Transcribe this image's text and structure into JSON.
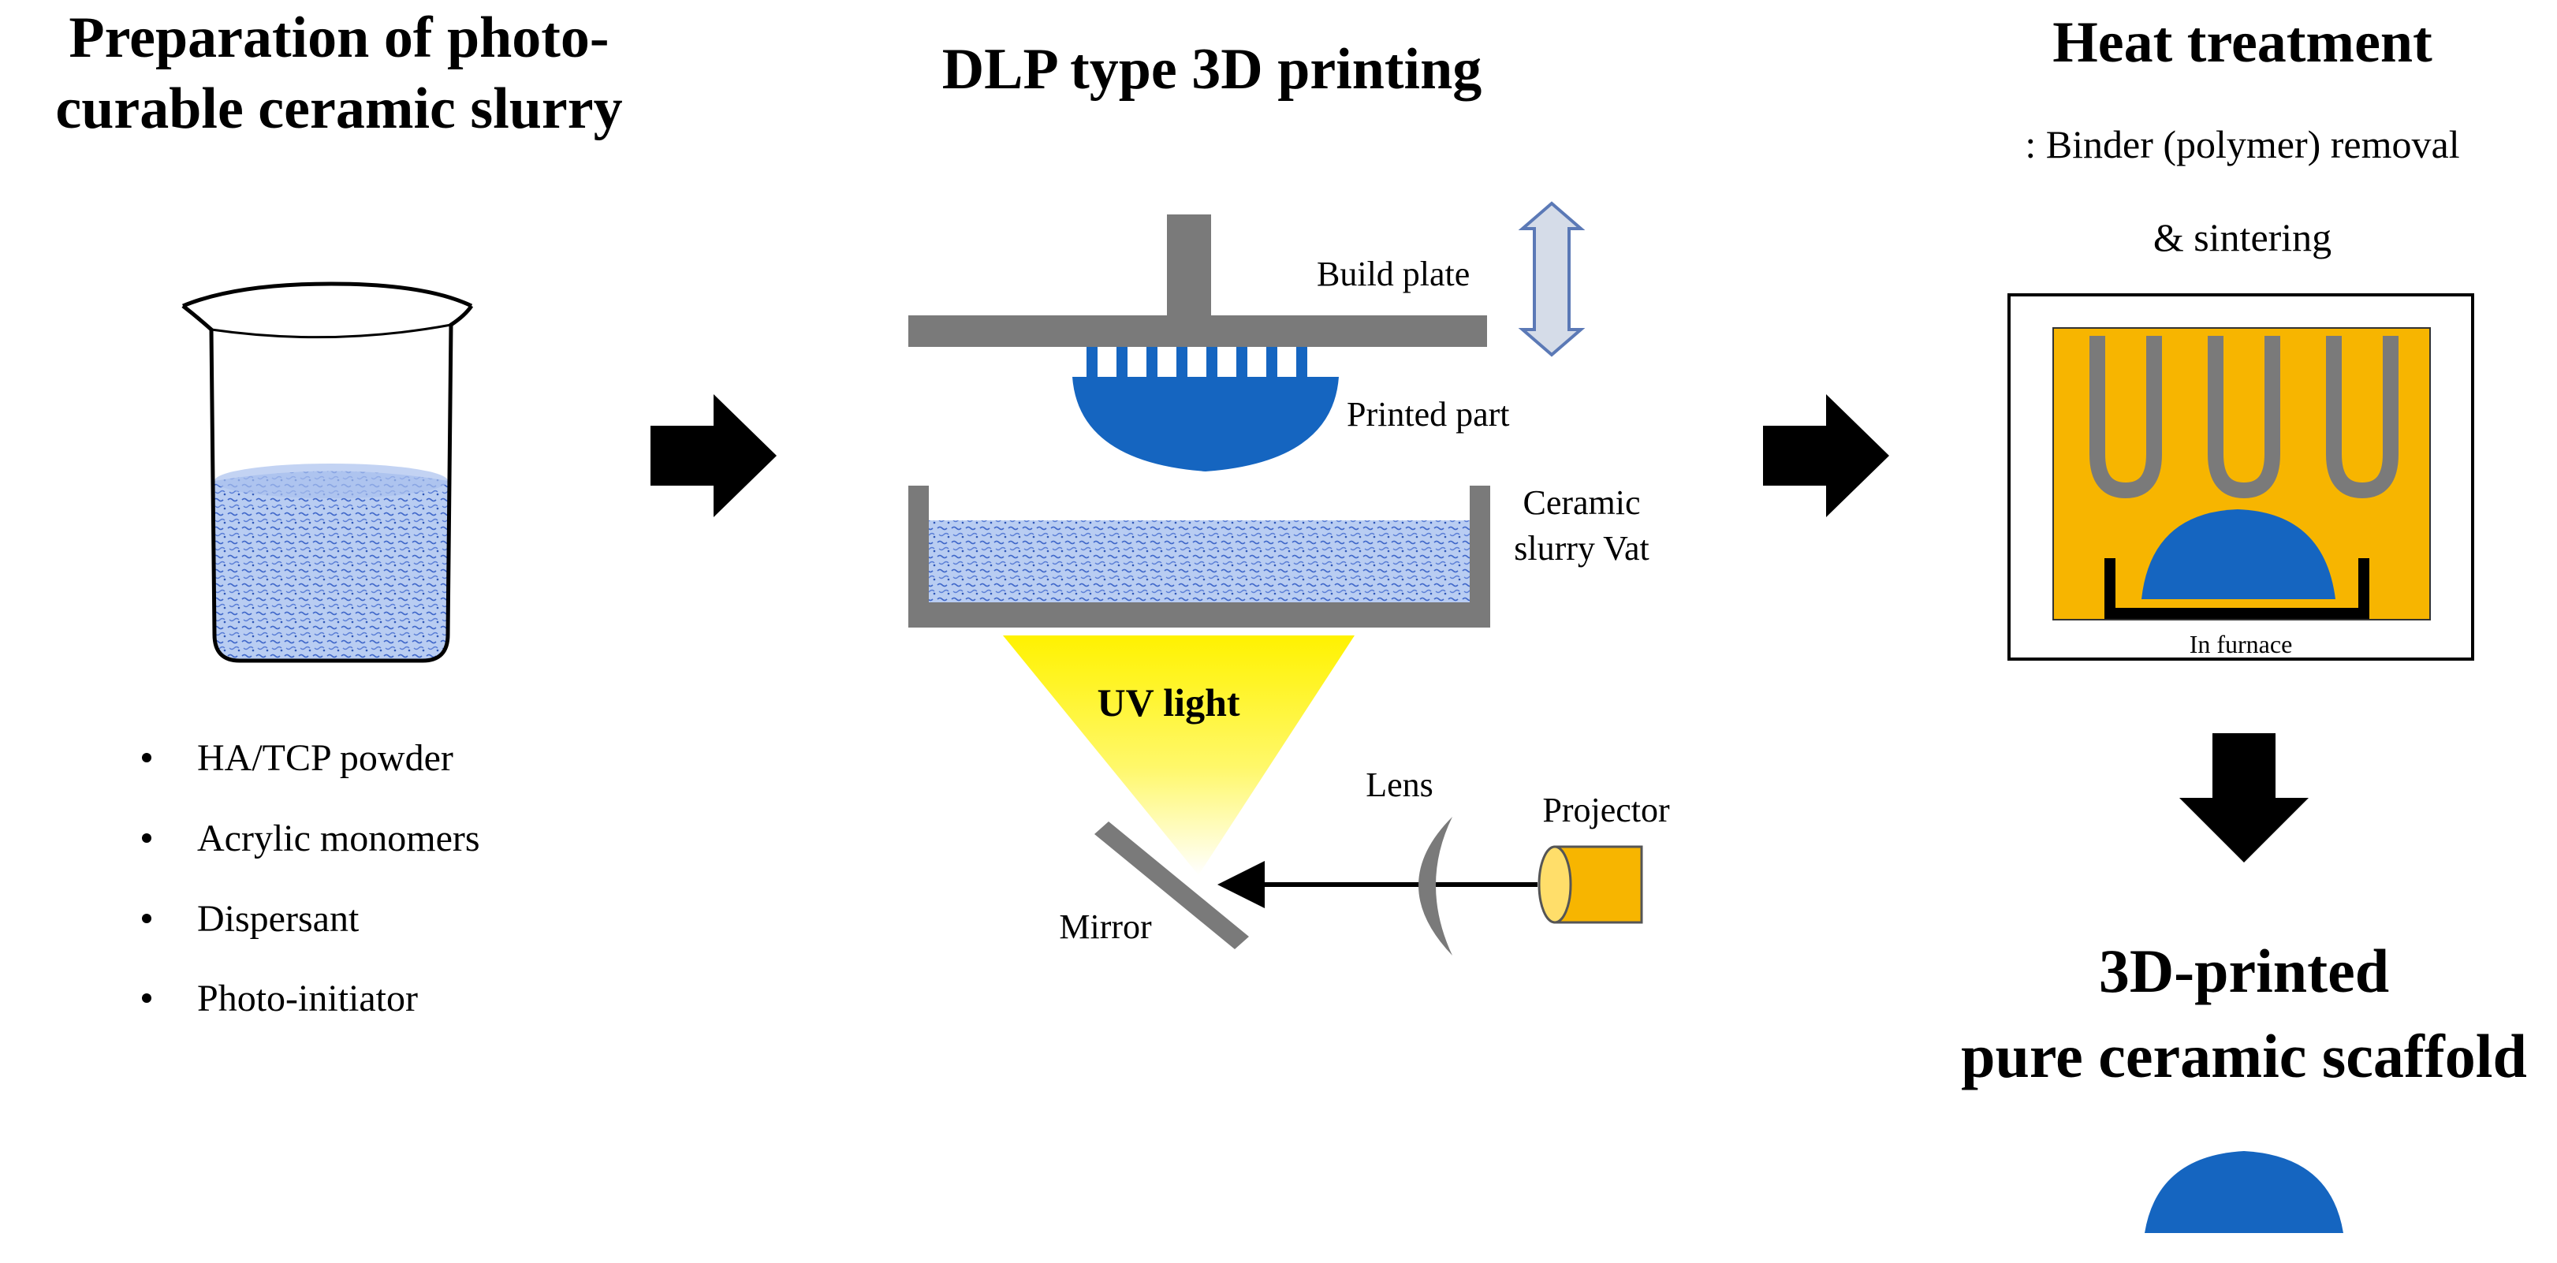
{
  "sections": {
    "prep": {
      "title_line1": "Preparation of photo-",
      "title_line2": "curable ceramic slurry",
      "ingredients": [
        "HA/TCP powder",
        "Acrylic monomers",
        "Dispersant",
        "Photo-initiator"
      ]
    },
    "printing": {
      "title": "DLP type 3D printing",
      "build_plate": "Build plate",
      "printed_part": "Printed part",
      "vat_line1": "Ceramic",
      "vat_line2": "slurry Vat",
      "uv_light": "UV light",
      "lens": "Lens",
      "projector": "Projector",
      "mirror": "Mirror"
    },
    "heat": {
      "title": "Heat treatment",
      "subtitle_line1": ": Binder (polymer) removal",
      "subtitle_line2": "& sintering",
      "furnace_label": "In furnace"
    },
    "result": {
      "line1": "3D-printed",
      "line2": "pure ceramic scaffold"
    }
  },
  "colors": {
    "blue": "#1565C0",
    "slurry": "#9DB8E8",
    "gray": "#7A7A7A",
    "furnace": "#F7B500",
    "uv": "#FFF200"
  }
}
